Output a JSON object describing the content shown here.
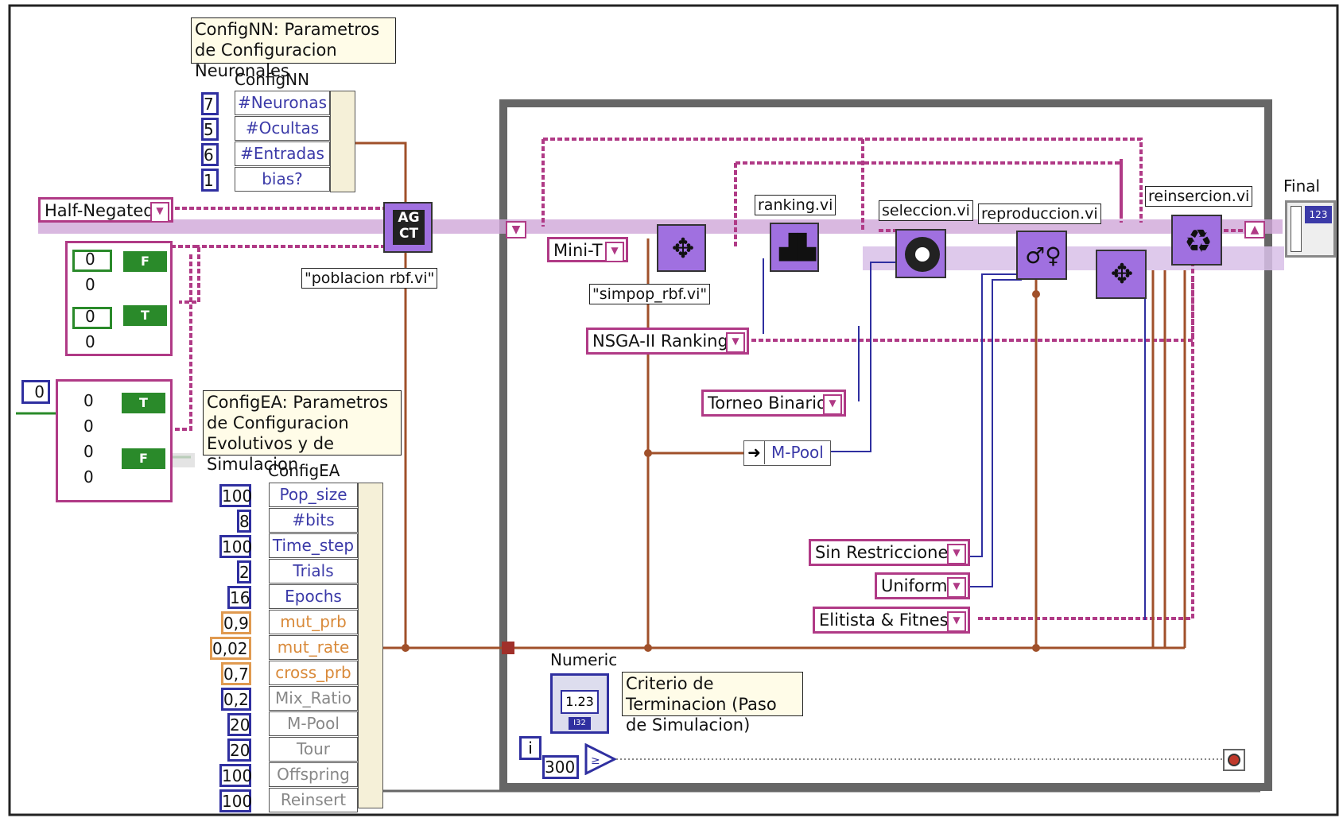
{
  "notes": {
    "confignn": "ConfigNN: Parametros de Configuracion Neuronales",
    "configea": "ConfigEA: Parametros de Configuracion Evolutivos y de Simulacion",
    "termination": "Criterio de Terminacion (Paso de Simulacion)"
  },
  "confignn": {
    "title": "ConfigNN",
    "fields": [
      {
        "value": "7",
        "name": "#Neuronas"
      },
      {
        "value": "5",
        "name": "#Ocultas"
      },
      {
        "value": "6",
        "name": "#Entradas"
      },
      {
        "value": "1",
        "name": "bias?"
      }
    ]
  },
  "configea": {
    "title": "ConfigEA",
    "fields": [
      {
        "value": "100",
        "name": "Pop_size"
      },
      {
        "value": "8",
        "name": "#bits"
      },
      {
        "value": "100",
        "name": "Time_step"
      },
      {
        "value": "2",
        "name": "Trials"
      },
      {
        "value": "16",
        "name": "Epochs"
      },
      {
        "value": "0,9",
        "name": "mut_prb"
      },
      {
        "value": "0,02",
        "name": "mut_rate"
      },
      {
        "value": "0,7",
        "name": "cross_prb"
      },
      {
        "value": "0,2",
        "name": "Mix_Ratio"
      },
      {
        "value": "20",
        "name": "M-Pool"
      },
      {
        "value": "20",
        "name": "Tour"
      },
      {
        "value": "100",
        "name": "Offspring"
      },
      {
        "value": "100",
        "name": "Reinsert"
      }
    ]
  },
  "rings": {
    "half_negated": "Half-Negated",
    "mini_t": "Mini-T",
    "nsga": "NSGA-II Ranking",
    "torneo": "Torneo Binario",
    "sin_restricciones": "Sin Restricciones",
    "uniform": "Uniform",
    "elitista": "Elitista & Fitness"
  },
  "vi_labels": {
    "poblacion": "\"poblacion rbf.vi\"",
    "simpop": "\"simpop_rbf.vi\"",
    "ranking": "ranking.vi",
    "seleccion": "seleccion.vi",
    "reproduccion": "reproduccion.vi",
    "reinsercion": "reinsercion.vi"
  },
  "clusters_left": {
    "values": [
      "0",
      "0",
      "0",
      "0"
    ],
    "buttons": [
      "F",
      "T"
    ]
  },
  "clusters_left2": {
    "index": "0",
    "values": [
      "0",
      "0",
      "0",
      "0"
    ],
    "buttons": [
      "T",
      "F"
    ]
  },
  "mpool": "M-Pool",
  "final": "Final",
  "final_num": "123",
  "numeric": {
    "label": "Numeric",
    "display": "1.23",
    "type": "I32"
  },
  "loop": {
    "iteration": "i",
    "limit": "300"
  },
  "icons": {
    "ag_ct": [
      "A",
      "G",
      "C",
      "T"
    ]
  },
  "colors": {
    "wire_pink": "#b03a86",
    "wire_orange": "#b04a20",
    "wire_blue": "#2f2fa0",
    "wire_green": "#2a8a2a",
    "vi_purple": "#a070e0"
  }
}
